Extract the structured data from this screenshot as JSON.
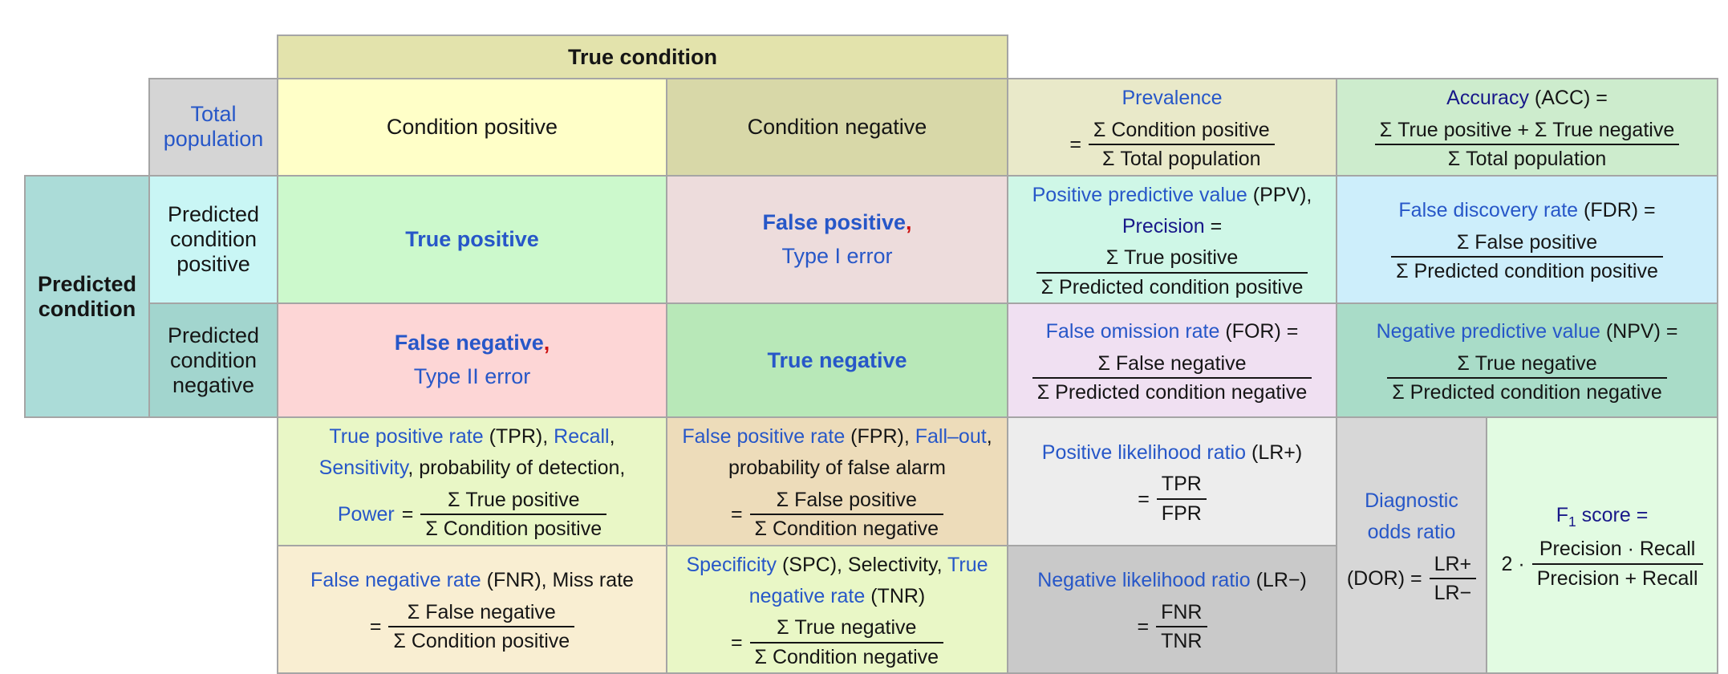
{
  "palette": {
    "link_blue": "#2757c8",
    "visited_link_navy": "#181889",
    "comma_red": "#cc1111",
    "border_gray": "#a5a5a5",
    "cell_backgrounds": {
      "true_condition_header": "#e3e3ac",
      "total_population": "#d5d5d5",
      "condition_positive": "#ffffc8",
      "condition_negative": "#d8d8a8",
      "prevalence": "#e9e9c9",
      "accuracy": "#cdeccd",
      "predicted_condition": "#abdcd8",
      "predicted_condition_positive": "#c9f6f5",
      "predicted_condition_negative": "#a2d5ce",
      "true_positive": "#ccf9cc",
      "false_positive": "#eddcdc",
      "false_negative": "#fdd6d6",
      "true_negative": "#b8e8b8",
      "ppv": "#cff7e7",
      "fdr": "#cdeefb",
      "for": "#f0e0f2",
      "npv": "#a9dcc8",
      "tpr": "#e9f7c6",
      "fpr": "#eddcba",
      "lr_plus": "#ededed",
      "fnr": "#f9eed2",
      "spc": "#e9f7c6",
      "lr_minus": "#c9c9c9",
      "dor": "#d7d7d7",
      "f1": "#e2fbe2"
    }
  },
  "headers": {
    "true_condition": "True condition",
    "total_population": "Total population",
    "condition_positive": "Condition positive",
    "condition_negative": "Condition negative",
    "predicted_condition": "Predicted condition",
    "predicted_condition_positive": "Predicted condition positive",
    "predicted_condition_negative": "Predicted condition negative"
  },
  "cells": {
    "prevalence": {
      "link": "Prevalence",
      "eq": "=",
      "num": "Σ Condition positive",
      "den": "Σ Total population"
    },
    "accuracy": {
      "link": "Accuracy",
      "rest": " (ACC) =",
      "num": "Σ True positive + Σ True negative",
      "den": "Σ Total population"
    },
    "tp": {
      "link": "True positive"
    },
    "fp": {
      "link": "False positive",
      "comma": ",",
      "type": "Type I error"
    },
    "fn": {
      "link": "False negative",
      "comma": ",",
      "type": "Type II error"
    },
    "tn": {
      "link": "True negative"
    },
    "ppv": {
      "link": "Positive predictive value",
      "rest": " (PPV),",
      "precision": "Precision",
      "eq": " =",
      "num": "Σ True positive",
      "den": "Σ Predicted condition positive"
    },
    "fdr": {
      "link": "False discovery rate",
      "rest": " (FDR) =",
      "num": "Σ False positive",
      "den": "Σ Predicted condition positive"
    },
    "for": {
      "link": "False omission rate",
      "rest": " (FOR) =",
      "num": "Σ False negative",
      "den": "Σ Predicted condition negative"
    },
    "npv": {
      "link": "Negative predictive value",
      "rest": " (NPV) =",
      "num": "Σ True negative",
      "den": "Σ Predicted condition negative"
    },
    "tpr": {
      "link1": "True positive rate",
      "mid1": " (TPR), ",
      "link2": "Recall",
      "mid2": ",",
      "link3": "Sensitivity",
      "mid3": ", probability of detection,",
      "link4": "Power",
      "eq": "=",
      "num": "Σ True positive",
      "den": "Σ Condition positive"
    },
    "fnr": {
      "link": "False negative rate",
      "rest": " (FNR), Miss rate",
      "eq": "=",
      "num": "Σ False negative",
      "den": "Σ Condition positive"
    },
    "fpr": {
      "link1": "False positive rate",
      "mid1": " (FPR), ",
      "link2": "Fall–out",
      "mid2": ",",
      "line2": "probability of false alarm",
      "eq": "=",
      "num": "Σ False positive",
      "den": "Σ Condition negative"
    },
    "spc": {
      "link1": "Specificity",
      "mid1": " (SPC), Selectivity, ",
      "link2": "True negative rate",
      "mid2": " (TNR)",
      "eq": "=",
      "num": "Σ True negative",
      "den": "Σ Condition negative"
    },
    "lr_plus": {
      "link": "Positive likelihood ratio",
      "rest": " (LR+)",
      "eq": "=",
      "num": "TPR",
      "den": "FPR"
    },
    "lr_minus": {
      "link": "Negative likelihood ratio",
      "rest": " (LR−)",
      "eq": "=",
      "num": "FNR",
      "den": "TNR"
    },
    "dor": {
      "link": "Diagnostic odds ratio",
      "mid": "(DOR) =",
      "num": "LR+",
      "den": "LR−"
    },
    "f1": {
      "f": "F",
      "sub": "1",
      "rest": " score =",
      "two": "2 ·",
      "num": "Precision · Recall",
      "den": "Precision + Recall"
    }
  }
}
